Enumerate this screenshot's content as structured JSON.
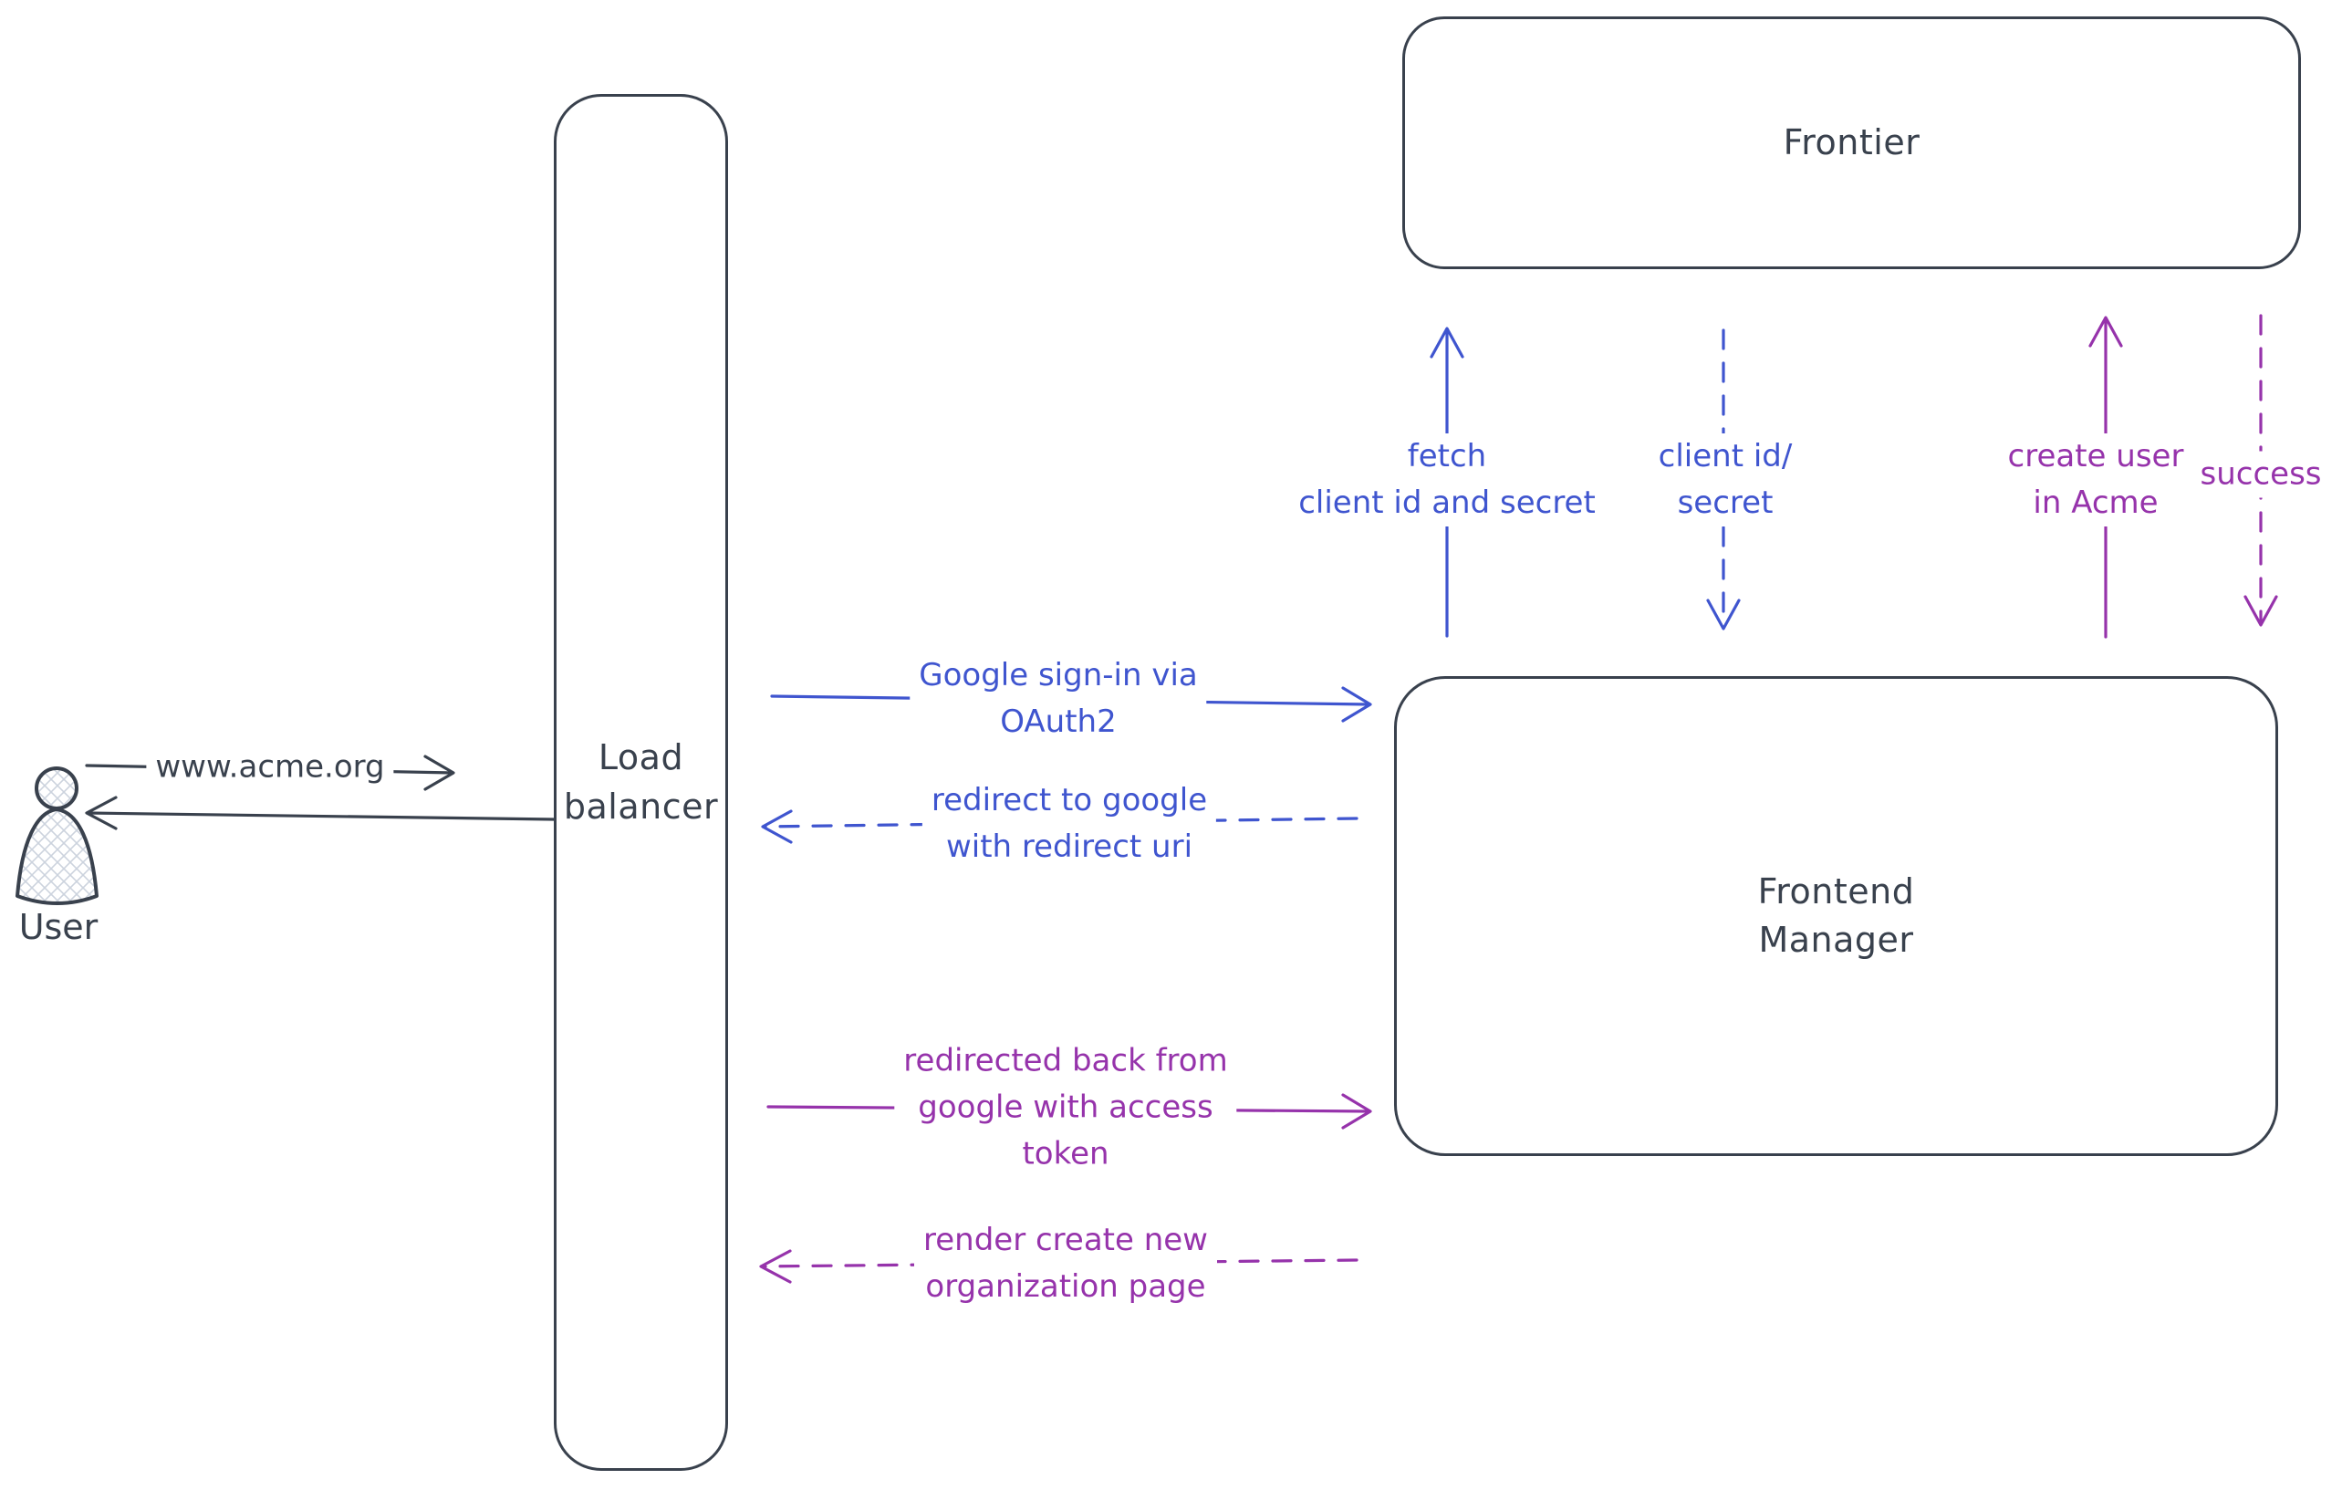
{
  "diagram": {
    "colors": {
      "ink": "#39414d",
      "blue": "#3f55cf",
      "purple": "#9633ab"
    },
    "nodes": {
      "user": {
        "label": "User"
      },
      "load_balancer": {
        "line1": "Load",
        "line2": "balancer"
      },
      "frontier": {
        "label": "Frontier"
      },
      "frontend_manager": {
        "line1": "Frontend",
        "line2": "Manager"
      }
    },
    "edges": {
      "acme_request": {
        "label": "www.acme.org"
      },
      "google_signin": {
        "line1": "Google sign-in via",
        "line2": "OAuth2"
      },
      "redirect_google": {
        "line1": "redirect to google",
        "line2": "with redirect uri"
      },
      "fetch_secret": {
        "line1": "fetch",
        "line2": "client id and secret"
      },
      "client_id_secret": {
        "line1": "client id/",
        "line2": "secret"
      },
      "redirected_back": {
        "line1": "redirected back from",
        "line2": "google with access",
        "line3": "token"
      },
      "render_org_page": {
        "line1": "render create new",
        "line2": "organization page"
      },
      "create_user": {
        "line1": "create user",
        "line2": "in Acme"
      },
      "success": {
        "label": "success"
      }
    }
  }
}
